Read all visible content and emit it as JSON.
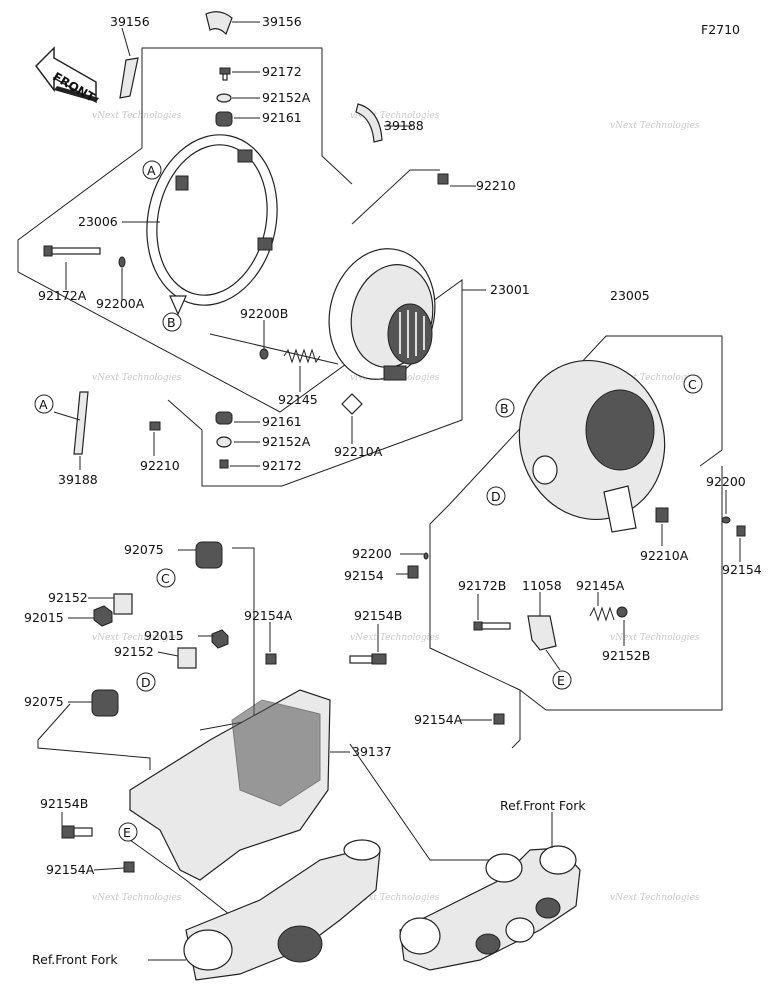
{
  "figure_code": "F2710",
  "front_label": "FRONT",
  "watermark": "vNext Technologies",
  "callouts": {
    "A": "A",
    "B": "B",
    "C": "C",
    "D": "D",
    "E": "E"
  },
  "parts": {
    "p39156a": "39156",
    "p39156b": "39156",
    "p92172a": "92172",
    "p92152Aa": "92152A",
    "p92161a": "92161",
    "p39188a": "39188",
    "p92210": "92210",
    "p23006": "23006",
    "p92172A": "92172A",
    "p92200A": "92200A",
    "p23001": "23001",
    "p92200B": "92200B",
    "p92145": "92145",
    "p92161b": "92161",
    "p92152Ab": "92152A",
    "p92172b": "92172",
    "p92210A_a": "92210A",
    "p39188b": "39188",
    "p92210b": "92210",
    "p23005": "23005",
    "p92200a": "92200",
    "p92154a": "92154",
    "p92210A_b": "92210A",
    "p92200b": "92200",
    "p92154b": "92154",
    "p92172B": "92172B",
    "p11058": "11058",
    "p92145A": "92145A",
    "p92152B": "92152B",
    "p92154A_a": "92154A",
    "p92075a": "92075",
    "p92152a": "92152",
    "p92015a": "92015",
    "p92154A_b": "92154A",
    "p92154B_a": "92154B",
    "p92015b": "92015",
    "p92152b": "92152",
    "p92075b": "92075",
    "p39137": "39137",
    "p92154B_b": "92154B",
    "p92154A_c": "92154A",
    "ref_fork_a": "Ref.Front Fork",
    "ref_fork_b": "Ref.Front Fork"
  }
}
